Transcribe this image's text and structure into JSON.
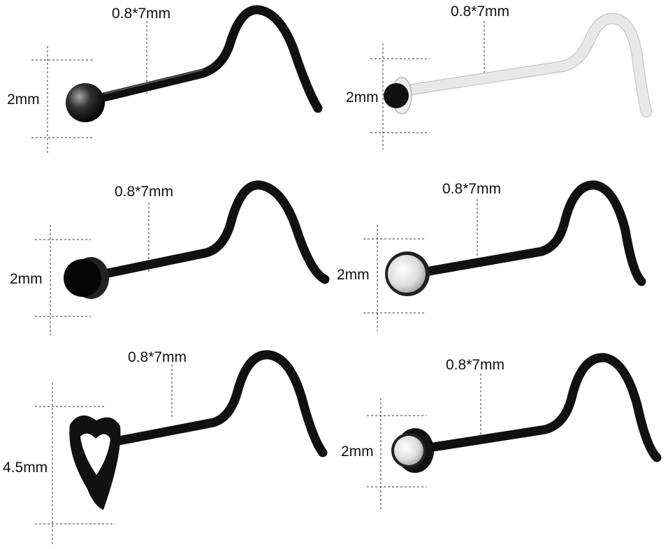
{
  "items": [
    {
      "name": "ball",
      "length_label": "0.8*7mm",
      "size_label": "2mm"
    },
    {
      "name": "clear-bioflex-black-gem",
      "length_label": "0.8*7mm",
      "size_label": "2mm"
    },
    {
      "name": "flat-disc",
      "length_label": "0.8*7mm",
      "size_label": "2mm"
    },
    {
      "name": "prong-set-crystal",
      "length_label": "0.8*7mm",
      "size_label": "2mm"
    },
    {
      "name": "hollow-heart",
      "length_label": "0.8*7mm",
      "size_label": "4.5mm"
    },
    {
      "name": "bezel-crystal",
      "length_label": "0.8*7mm",
      "size_label": "2mm"
    }
  ],
  "colors": {
    "metal": "#111111",
    "background": "#ffffff",
    "clear": "#e8e8e8"
  }
}
